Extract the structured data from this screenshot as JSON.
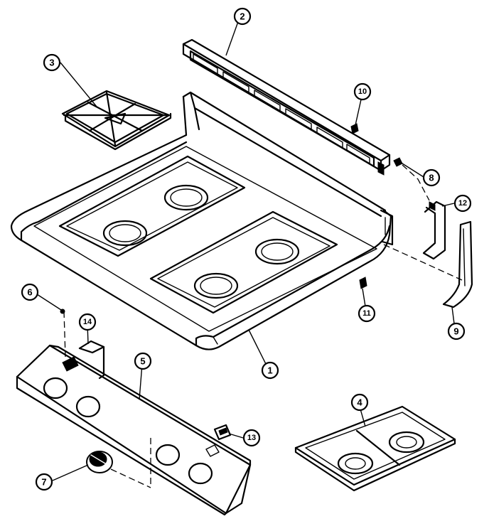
{
  "callouts": [
    {
      "id": "1",
      "label": "1"
    },
    {
      "id": "2",
      "label": "2"
    },
    {
      "id": "3",
      "label": "3"
    },
    {
      "id": "4",
      "label": "4"
    },
    {
      "id": "5",
      "label": "5"
    },
    {
      "id": "6",
      "label": "6"
    },
    {
      "id": "7",
      "label": "7"
    },
    {
      "id": "8",
      "label": "8"
    },
    {
      "id": "9",
      "label": "9"
    },
    {
      "id": "10",
      "label": "10"
    },
    {
      "id": "11",
      "label": "11"
    },
    {
      "id": "12",
      "label": "12"
    },
    {
      "id": "13",
      "label": "13"
    },
    {
      "id": "14",
      "label": "14"
    }
  ]
}
